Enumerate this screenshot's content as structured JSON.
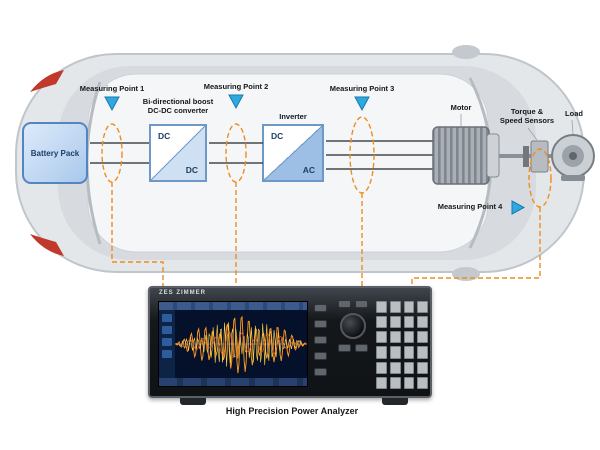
{
  "colors": {
    "accent_orange": "#f08c1e",
    "marker_blue": "#2fa8e0",
    "component_blue": "#6e98c8"
  },
  "measuring_points": [
    {
      "label": "Measuring Point 1"
    },
    {
      "label": "Measuring Point 2"
    },
    {
      "label": "Measuring Point 3"
    },
    {
      "label": "Measuring Point 4"
    }
  ],
  "components": {
    "battery": {
      "label": "Battery Pack"
    },
    "dcdc": {
      "title_line1": "Bi-directional boost",
      "title_line2": "DC-DC converter",
      "input_label": "DC",
      "output_label": "DC"
    },
    "inverter": {
      "title": "Inverter",
      "input_label": "DC",
      "output_label": "AC"
    },
    "motor": {
      "label": "Motor"
    },
    "sensors": {
      "label_line1": "Torque &",
      "label_line2": "Speed Sensors"
    },
    "load": {
      "label": "Load"
    }
  },
  "analyzer": {
    "brand": "ZES ZIMMER",
    "caption": "High Precision Power Analyzer"
  }
}
